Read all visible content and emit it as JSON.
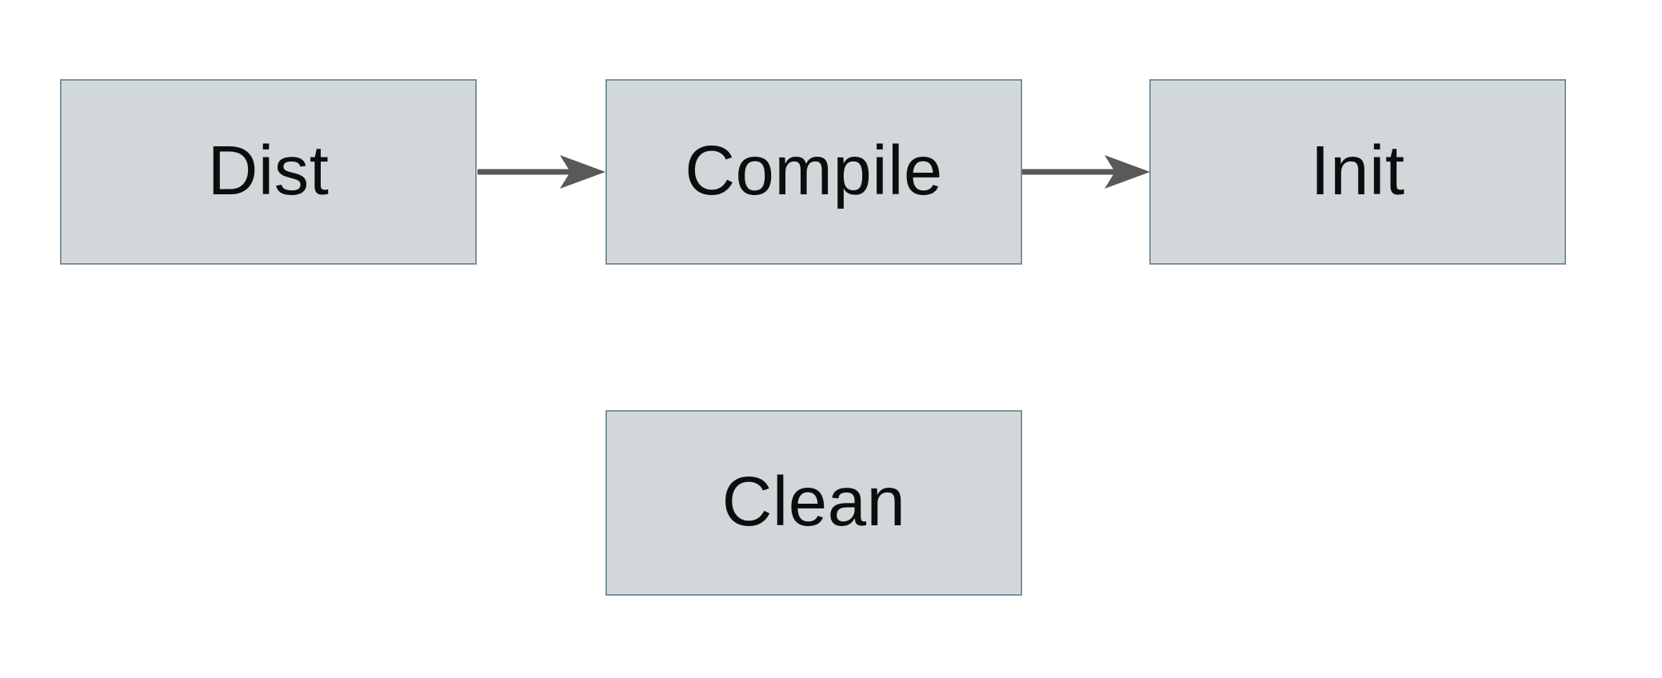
{
  "diagram": {
    "type": "flowchart",
    "colors": {
      "background": "#ffffff",
      "node_fill": "#d2d8da",
      "node_border": "#7b8e98",
      "arrow_color": "#595959",
      "text_color": "#0d0d0d"
    },
    "nodes": [
      {
        "id": "dist",
        "label": "Dist"
      },
      {
        "id": "compile",
        "label": "Compile"
      },
      {
        "id": "init",
        "label": "Init"
      },
      {
        "id": "clean",
        "label": "Clean"
      }
    ],
    "edges": [
      {
        "from": "dist",
        "to": "compile"
      },
      {
        "from": "compile",
        "to": "init"
      }
    ]
  }
}
